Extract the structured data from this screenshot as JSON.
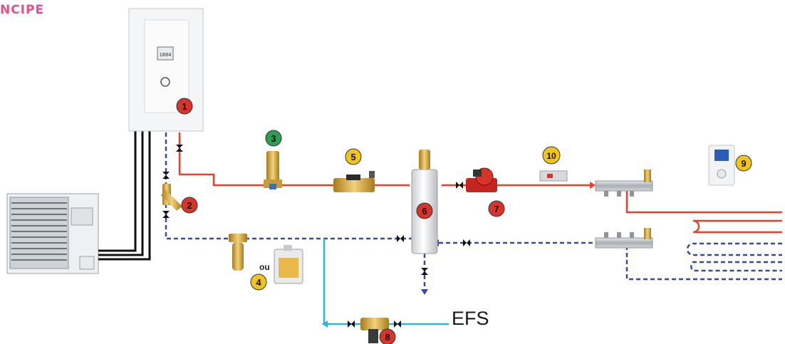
{
  "header": {
    "title": "NCIPE"
  },
  "labels": {
    "efs": "EFS",
    "ou": "ou",
    "boiler_display": "1884"
  },
  "colors": {
    "hot_pipe": "#e8412c",
    "return_pipe": "#3a4a9a",
    "cold_water_pipe": "#2bb3e6",
    "badge_red": "#d8352a",
    "badge_green": "#2e9e54",
    "badge_yellow": "#f2c318",
    "title_pink": "#e0528a"
  },
  "components": [
    {
      "number": "1",
      "badge_color": "red",
      "icon": "boiler-icon"
    },
    {
      "number": "2",
      "badge_color": "red",
      "icon": "y-strainer-icon"
    },
    {
      "number": "3",
      "badge_color": "green",
      "icon": "safety-group-icon"
    },
    {
      "number": "4",
      "badge_color": "yellow",
      "icon": "sludge-filter-icon"
    },
    {
      "number": "5",
      "badge_color": "yellow",
      "icon": "check-valve-icon"
    },
    {
      "number": "6",
      "badge_color": "red",
      "icon": "buffer-tank-icon"
    },
    {
      "number": "7",
      "badge_color": "red",
      "icon": "circulator-pump-icon"
    },
    {
      "number": "8",
      "badge_color": "red",
      "icon": "pressure-reducer-icon"
    },
    {
      "number": "9",
      "badge_color": "yellow",
      "icon": "thermostat-icon"
    },
    {
      "number": "10",
      "badge_color": "yellow",
      "icon": "thermostatic-limiter-icon"
    }
  ]
}
